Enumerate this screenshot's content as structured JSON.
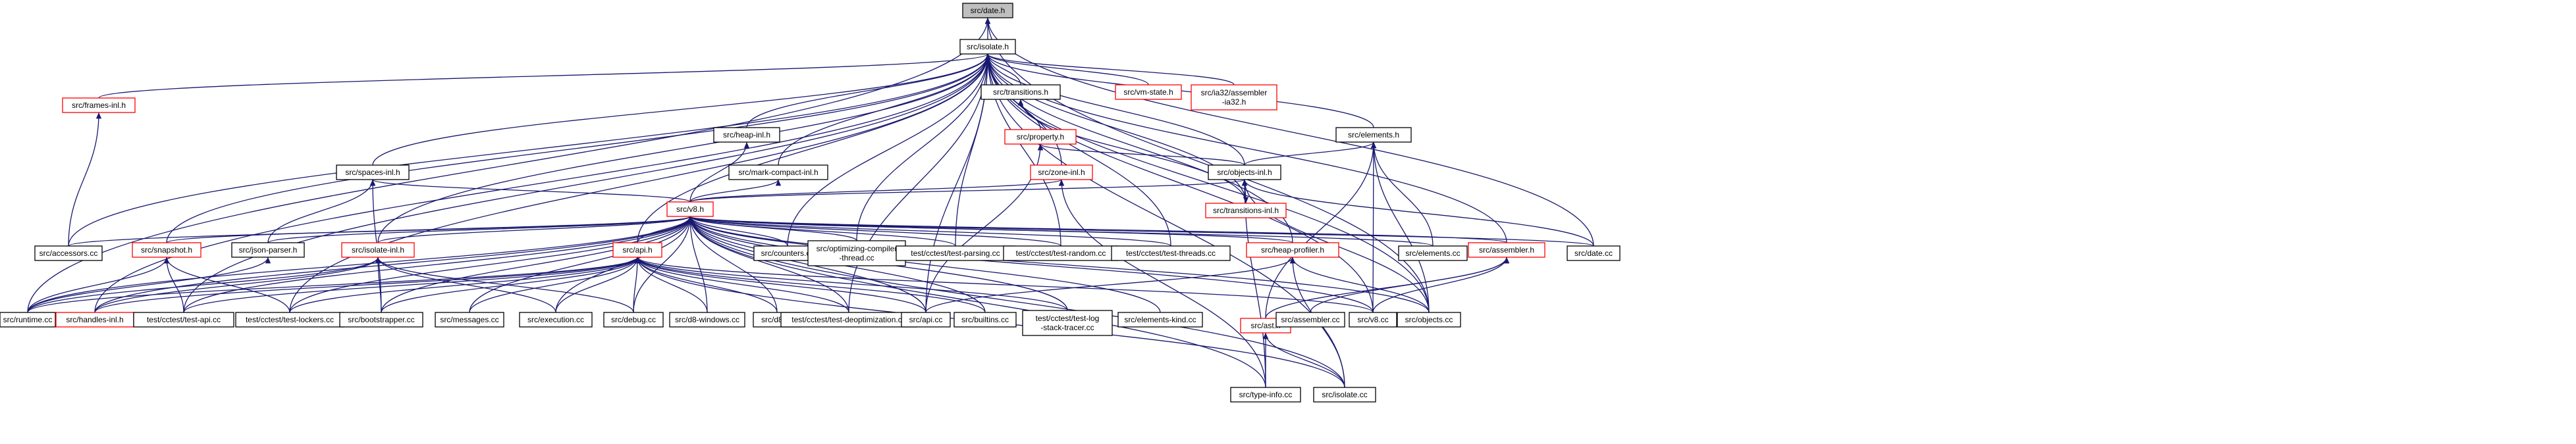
{
  "graph": {
    "nodes": {
      "date_h": {
        "label": "src/date.h",
        "style": "root"
      },
      "isolate_h": {
        "label": "src/isolate.h",
        "style": "normal"
      },
      "frames_inl": {
        "label": "src/frames-inl.h",
        "style": "red"
      },
      "transitions_h": {
        "label": "src/transitions.h",
        "style": "normal"
      },
      "vm_state": {
        "label": "src/vm-state.h",
        "style": "red"
      },
      "ia32_asm": {
        "label": "src/ia32/assembler\n-ia32.h",
        "style": "red"
      },
      "property_h": {
        "label": "src/property.h",
        "style": "red"
      },
      "elements_h": {
        "label": "src/elements.h",
        "style": "normal"
      },
      "heap_inl": {
        "label": "src/heap-inl.h",
        "style": "normal"
      },
      "mark_compact": {
        "label": "src/mark-compact-inl.h",
        "style": "normal"
      },
      "spaces_inl": {
        "label": "src/spaces-inl.h",
        "style": "normal"
      },
      "zone_inl": {
        "label": "src/zone-inl.h",
        "style": "red"
      },
      "objects_inl": {
        "label": "src/objects-inl.h",
        "style": "normal"
      },
      "transitions_inl": {
        "label": "src/transitions-inl.h",
        "style": "red"
      },
      "v8_h": {
        "label": "src/v8.h",
        "style": "red"
      },
      "accessors_cc": {
        "label": "src/accessors.cc",
        "style": "normal"
      },
      "snapshot_h": {
        "label": "src/snapshot.h",
        "style": "red"
      },
      "json_parser": {
        "label": "src/json-parser.h",
        "style": "normal"
      },
      "isolate_inl": {
        "label": "src/isolate-inl.h",
        "style": "red"
      },
      "api_h": {
        "label": "src/api.h",
        "style": "red"
      },
      "counters_cc": {
        "label": "src/counters.cc",
        "style": "normal"
      },
      "opt_compiler": {
        "label": "src/optimizing-compiler\n-thread.cc",
        "style": "normal"
      },
      "test_parsing": {
        "label": "test/cctest/test-parsing.cc",
        "style": "normal"
      },
      "test_random": {
        "label": "test/cctest/test-random.cc",
        "style": "normal"
      },
      "test_threads": {
        "label": "test/cctest/test-threads.cc",
        "style": "normal"
      },
      "heap_profiler": {
        "label": "src/heap-profiler.h",
        "style": "red"
      },
      "elements_cc": {
        "label": "src/elements.cc",
        "style": "normal"
      },
      "assembler_h": {
        "label": "src/assembler.h",
        "style": "red"
      },
      "date_cc": {
        "label": "src/date.cc",
        "style": "normal"
      },
      "runtime_cc": {
        "label": "src/runtime.cc",
        "style": "normal"
      },
      "handles_inl": {
        "label": "src/handles-inl.h",
        "style": "red"
      },
      "test_api": {
        "label": "test/cctest/test-api.cc",
        "style": "normal"
      },
      "test_lockers": {
        "label": "test/cctest/test-lockers.cc",
        "style": "normal"
      },
      "bootstrapper": {
        "label": "src/bootstrapper.cc",
        "style": "normal"
      },
      "messages_cc": {
        "label": "src/messages.cc",
        "style": "normal"
      },
      "execution_cc": {
        "label": "src/execution.cc",
        "style": "normal"
      },
      "debug_cc": {
        "label": "src/debug.cc",
        "style": "normal"
      },
      "d8_windows": {
        "label": "src/d8-windows.cc",
        "style": "normal"
      },
      "d8_cc": {
        "label": "src/d8.cc",
        "style": "normal"
      },
      "test_deopt": {
        "label": "test/cctest/test-deoptimization.cc",
        "style": "normal"
      },
      "api_cc": {
        "label": "src/api.cc",
        "style": "normal"
      },
      "builtins_cc": {
        "label": "src/builtins.cc",
        "style": "normal"
      },
      "test_log_stack": {
        "label": "test/cctest/test-log\n-stack-tracer.cc",
        "style": "normal"
      },
      "elements_kind": {
        "label": "src/elements-kind.cc",
        "style": "normal"
      },
      "ast_h": {
        "label": "src/ast.h",
        "style": "red"
      },
      "assembler_cc": {
        "label": "src/assembler.cc",
        "style": "normal"
      },
      "v8_cc": {
        "label": "src/v8.cc",
        "style": "normal"
      },
      "objects_cc": {
        "label": "src/objects.cc",
        "style": "normal"
      },
      "type_info": {
        "label": "src/type-info.cc",
        "style": "normal"
      },
      "isolate_cc": {
        "label": "src/isolate.cc",
        "style": "normal"
      }
    },
    "edges": [
      [
        "isolate_h",
        "date_h"
      ],
      [
        "runtime_cc",
        "date_h"
      ],
      [
        "date_cc",
        "date_h"
      ],
      [
        "objects_cc",
        "date_h"
      ],
      [
        "frames_inl",
        "isolate_h"
      ],
      [
        "transitions_h",
        "isolate_h"
      ],
      [
        "vm_state",
        "isolate_h"
      ],
      [
        "ia32_asm",
        "isolate_h"
      ],
      [
        "elements_h",
        "isolate_h"
      ],
      [
        "heap_inl",
        "isolate_h"
      ],
      [
        "mark_compact",
        "isolate_h"
      ],
      [
        "spaces_inl",
        "isolate_h"
      ],
      [
        "zone_inl",
        "isolate_h"
      ],
      [
        "objects_inl",
        "isolate_h"
      ],
      [
        "accessors_cc",
        "isolate_h"
      ],
      [
        "snapshot_h",
        "isolate_h"
      ],
      [
        "isolate_inl",
        "isolate_h"
      ],
      [
        "api_h",
        "isolate_h"
      ],
      [
        "counters_cc",
        "isolate_h"
      ],
      [
        "opt_compiler",
        "isolate_h"
      ],
      [
        "test_parsing",
        "isolate_h"
      ],
      [
        "test_random",
        "isolate_h"
      ],
      [
        "test_threads",
        "isolate_h"
      ],
      [
        "heap_profiler",
        "isolate_h"
      ],
      [
        "assembler_h",
        "isolate_h"
      ],
      [
        "handles_inl",
        "isolate_h"
      ],
      [
        "test_api",
        "isolate_h"
      ],
      [
        "test_lockers",
        "isolate_h"
      ],
      [
        "test_deopt",
        "isolate_h"
      ],
      [
        "api_cc",
        "isolate_h"
      ],
      [
        "v8_cc",
        "isolate_h"
      ],
      [
        "objects_cc",
        "isolate_h"
      ],
      [
        "isolate_cc",
        "isolate_h"
      ],
      [
        "transitions_inl",
        "isolate_h"
      ],
      [
        "accessors_cc",
        "frames_inl"
      ],
      [
        "property_h",
        "transitions_h"
      ],
      [
        "transitions_inl",
        "transitions_h"
      ],
      [
        "objects_inl",
        "property_h"
      ],
      [
        "api_cc",
        "property_h"
      ],
      [
        "objects_inl",
        "elements_h"
      ],
      [
        "elements_cc",
        "elements_h"
      ],
      [
        "ast_h",
        "elements_h"
      ],
      [
        "v8_cc",
        "elements_h"
      ],
      [
        "objects_cc",
        "elements_h"
      ],
      [
        "v8_h",
        "heap_inl"
      ],
      [
        "v8_h",
        "mark_compact"
      ],
      [
        "v8_h",
        "spaces_inl"
      ],
      [
        "json_parser",
        "spaces_inl"
      ],
      [
        "bootstrapper",
        "spaces_inl"
      ],
      [
        "v8_h",
        "zone_inl"
      ],
      [
        "type_info",
        "zone_inl"
      ],
      [
        "transitions_inl",
        "objects_inl"
      ],
      [
        "v8_h",
        "objects_inl"
      ],
      [
        "date_cc",
        "objects_inl"
      ],
      [
        "objects_cc",
        "objects_inl"
      ],
      [
        "type_info",
        "objects_inl"
      ],
      [
        "objects_inl",
        "transitions_inl"
      ],
      [
        "accessors_cc",
        "v8_h"
      ],
      [
        "snapshot_h",
        "v8_h"
      ],
      [
        "json_parser",
        "v8_h"
      ],
      [
        "isolate_inl",
        "v8_h"
      ],
      [
        "api_h",
        "v8_h"
      ],
      [
        "counters_cc",
        "v8_h"
      ],
      [
        "opt_compiler",
        "v8_h"
      ],
      [
        "test_parsing",
        "v8_h"
      ],
      [
        "test_random",
        "v8_h"
      ],
      [
        "test_threads",
        "v8_h"
      ],
      [
        "heap_profiler",
        "v8_h"
      ],
      [
        "elements_cc",
        "v8_h"
      ],
      [
        "assembler_h",
        "v8_h"
      ],
      [
        "date_cc",
        "v8_h"
      ],
      [
        "runtime_cc",
        "v8_h"
      ],
      [
        "handles_inl",
        "v8_h"
      ],
      [
        "test_api",
        "v8_h"
      ],
      [
        "test_lockers",
        "v8_h"
      ],
      [
        "bootstrapper",
        "v8_h"
      ],
      [
        "messages_cc",
        "v8_h"
      ],
      [
        "execution_cc",
        "v8_h"
      ],
      [
        "debug_cc",
        "v8_h"
      ],
      [
        "d8_windows",
        "v8_h"
      ],
      [
        "d8_cc",
        "v8_h"
      ],
      [
        "test_deopt",
        "v8_h"
      ],
      [
        "api_cc",
        "v8_h"
      ],
      [
        "builtins_cc",
        "v8_h"
      ],
      [
        "test_log_stack",
        "v8_h"
      ],
      [
        "elements_kind",
        "v8_h"
      ],
      [
        "v8_cc",
        "v8_h"
      ],
      [
        "objects_cc",
        "v8_h"
      ],
      [
        "type_info",
        "v8_h"
      ],
      [
        "isolate_cc",
        "v8_h"
      ],
      [
        "runtime_cc",
        "snapshot_h"
      ],
      [
        "test_api",
        "snapshot_h"
      ],
      [
        "test_lockers",
        "snapshot_h"
      ],
      [
        "runtime_cc",
        "json_parser"
      ],
      [
        "runtime_cc",
        "isolate_inl"
      ],
      [
        "handles_inl",
        "isolate_inl"
      ],
      [
        "bootstrapper",
        "isolate_inl"
      ],
      [
        "execution_cc",
        "isolate_inl"
      ],
      [
        "debug_cc",
        "isolate_inl"
      ],
      [
        "runtime_cc",
        "api_h"
      ],
      [
        "handles_inl",
        "api_h"
      ],
      [
        "test_api",
        "api_h"
      ],
      [
        "test_lockers",
        "api_h"
      ],
      [
        "bootstrapper",
        "api_h"
      ],
      [
        "messages_cc",
        "api_h"
      ],
      [
        "execution_cc",
        "api_h"
      ],
      [
        "debug_cc",
        "api_h"
      ],
      [
        "d8_windows",
        "api_h"
      ],
      [
        "d8_cc",
        "api_h"
      ],
      [
        "test_deopt",
        "api_h"
      ],
      [
        "api_cc",
        "api_h"
      ],
      [
        "builtins_cc",
        "api_h"
      ],
      [
        "test_log_stack",
        "api_h"
      ],
      [
        "v8_cc",
        "api_h"
      ],
      [
        "isolate_cc",
        "api_h"
      ],
      [
        "api_cc",
        "heap_profiler"
      ],
      [
        "objects_cc",
        "heap_profiler"
      ],
      [
        "isolate_cc",
        "heap_profiler"
      ],
      [
        "ast_h",
        "assembler_h"
      ],
      [
        "assembler_cc",
        "assembler_h"
      ],
      [
        "v8_cc",
        "assembler_h"
      ],
      [
        "type_info",
        "ast_h"
      ],
      [
        "isolate_cc",
        "ast_h"
      ]
    ]
  }
}
